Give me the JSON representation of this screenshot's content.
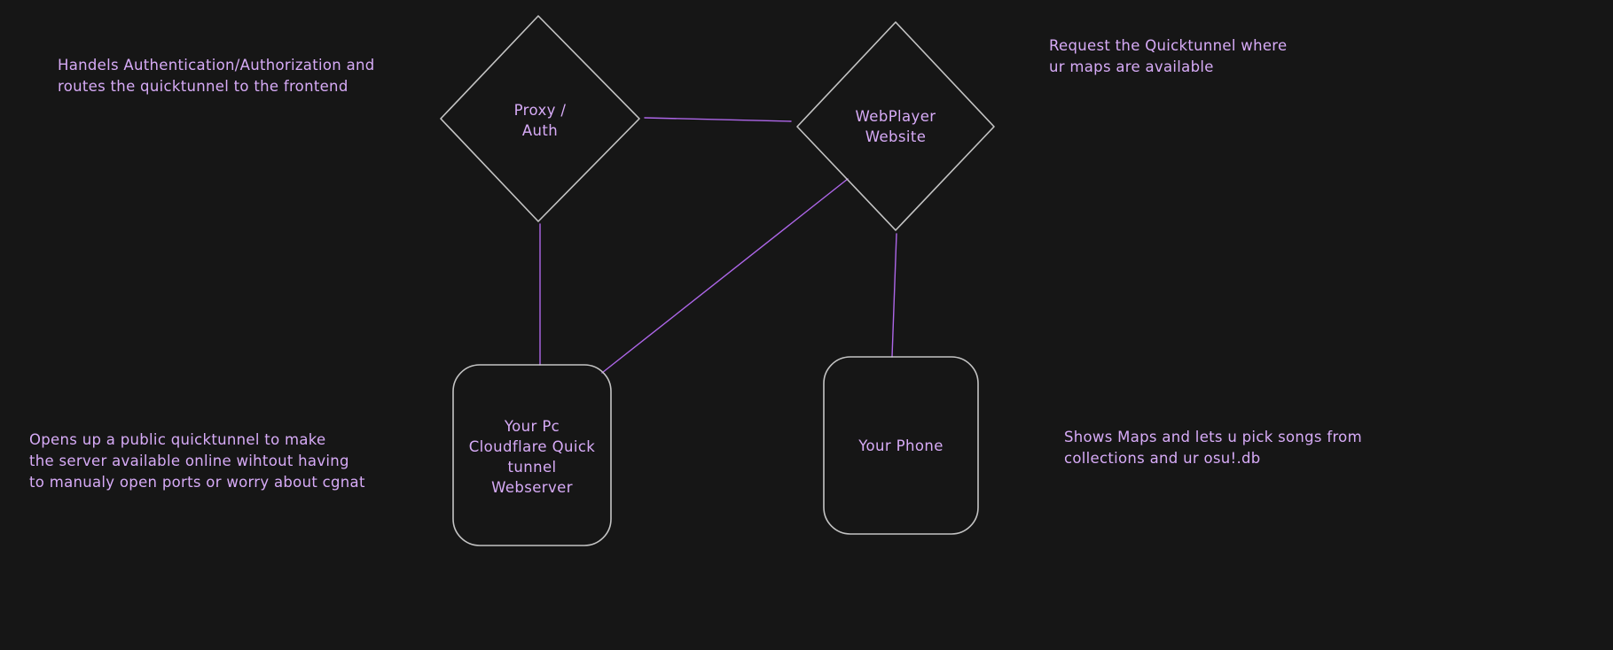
{
  "colors": {
    "background": "#161616",
    "shape-stroke": "#d4d4d4",
    "connector": "#ad66e8",
    "text": "#d7abf7"
  },
  "nodes": {
    "proxy_auth": {
      "label": "Proxy /\nAuth"
    },
    "webplayer": {
      "label": "WebPlayer\nWebsite"
    },
    "pc_webserver": {
      "label": "Your Pc\nCloudflare Quick\ntunnel\nWebserver"
    },
    "phone": {
      "label": "Your Phone"
    }
  },
  "annotations": {
    "top_left": "Handels Authentication/Authorization and\nroutes the quicktunnel to the frontend",
    "top_right": "Request the Quicktunnel where\nur maps are available",
    "bottom_left": "Opens up a public quicktunnel to make\nthe server available online wihtout having\nto manualy open ports or worry about cgnat",
    "bottom_right": "Shows Maps and lets u pick songs from\ncollections and ur osu!.db"
  }
}
